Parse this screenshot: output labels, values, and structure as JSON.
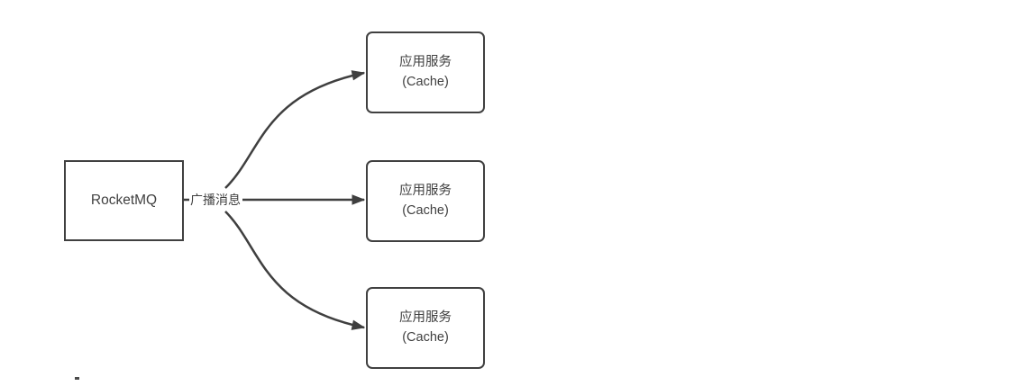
{
  "diagram": {
    "source_node": {
      "label": "RocketMQ"
    },
    "edge_label": "广播消息",
    "targets": [
      {
        "line1": "应用服务",
        "line2": "(Cache)"
      },
      {
        "line1": "应用服务",
        "line2": "(Cache)"
      },
      {
        "line1": "应用服务",
        "line2": "(Cache)"
      }
    ],
    "colors": {
      "stroke": "#3f3f3f",
      "node_border": "#404040",
      "text": "#404040",
      "background": "#ffffff"
    }
  }
}
